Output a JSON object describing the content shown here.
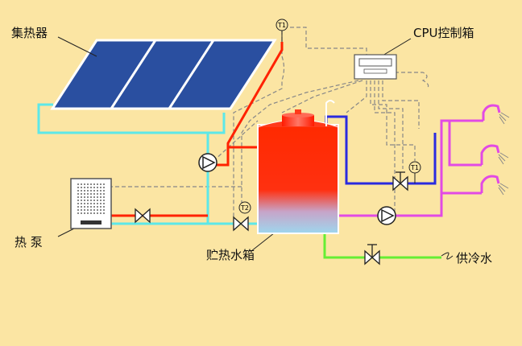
{
  "labels": {
    "collector": "集热器",
    "cpu_box": "CPU控制箱",
    "heat_pump": "热 泵",
    "storage_tank": "贮热水箱",
    "cold_water": "供冷水"
  },
  "sensors": {
    "t1_top": "T1",
    "t2_tank": "T2",
    "t1_hot": "T1"
  },
  "colors": {
    "background": "#fbe5a3",
    "panel": "#2a4fa0",
    "hot_pipe": "#ff2200",
    "cyan_pipe": "#5de8e8",
    "blue_pipe": "#2a2adf",
    "magenta_pipe": "#e24ae4",
    "green_pipe": "#66ee33",
    "tank_top": "#ff2a00",
    "tank_bottom": "#9ed7ee",
    "control_wire": "#888888"
  }
}
